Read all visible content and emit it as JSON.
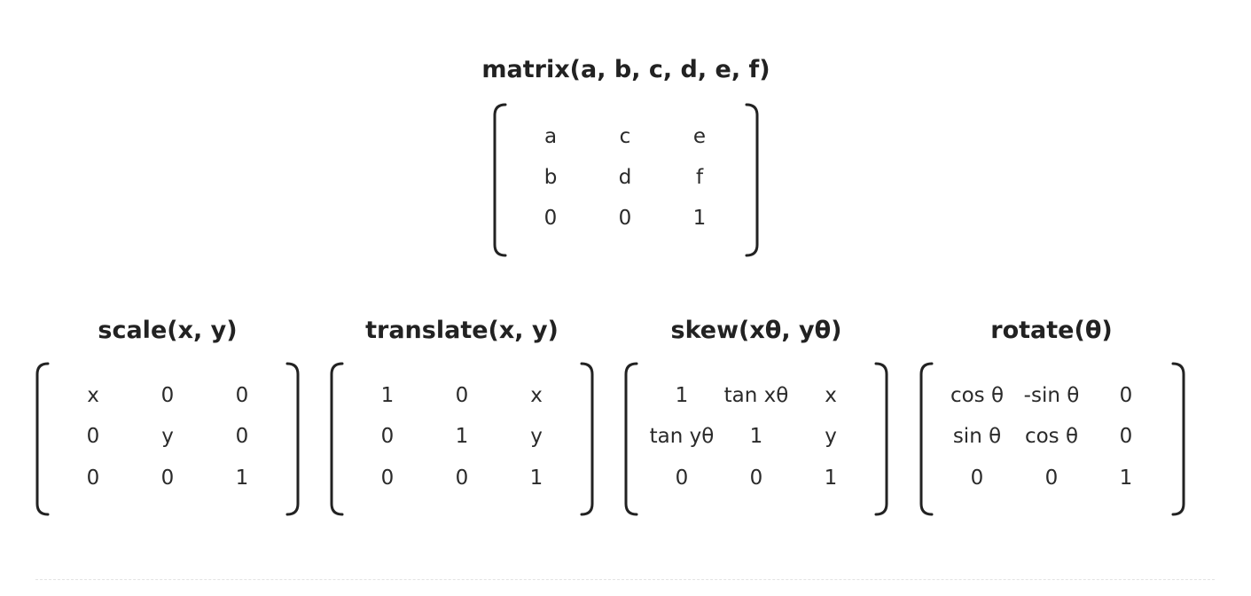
{
  "top": {
    "title": "matrix(a, b, c, d, e, f)",
    "rows": [
      [
        "a",
        "c",
        "e"
      ],
      [
        "b",
        "d",
        "f"
      ],
      [
        "0",
        "0",
        "1"
      ]
    ]
  },
  "scale": {
    "title": "scale(x, y)",
    "rows": [
      [
        "x",
        "0",
        "0"
      ],
      [
        "0",
        "y",
        "0"
      ],
      [
        "0",
        "0",
        "1"
      ]
    ]
  },
  "translate": {
    "title": "translate(x, y)",
    "rows": [
      [
        "1",
        "0",
        "x"
      ],
      [
        "0",
        "1",
        "y"
      ],
      [
        "0",
        "0",
        "1"
      ]
    ]
  },
  "skew": {
    "title": "skew(xθ, yθ)",
    "rows": [
      [
        "1",
        "tan xθ",
        "x"
      ],
      [
        "tan yθ",
        "1",
        "y"
      ],
      [
        "0",
        "0",
        "1"
      ]
    ]
  },
  "rotate": {
    "title": "rotate(θ)",
    "rows": [
      [
        "cos θ",
        "-sin θ",
        "0"
      ],
      [
        "sin θ",
        "cos θ",
        "0"
      ],
      [
        "0",
        "0",
        "1"
      ]
    ]
  }
}
